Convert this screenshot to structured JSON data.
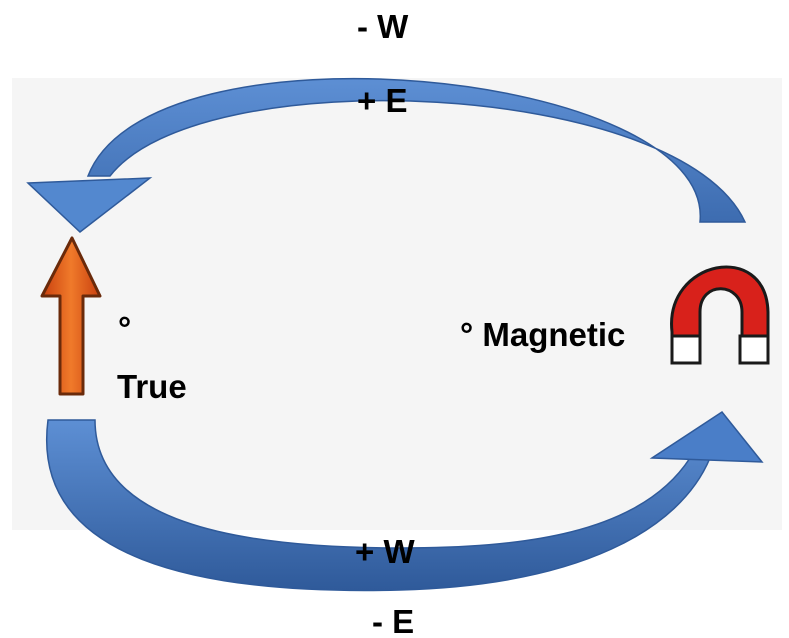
{
  "diagram": {
    "top_arrow": {
      "line1": "- W",
      "line2": "+ E"
    },
    "bottom_arrow": {
      "line1": "+ W",
      "line2": "- E"
    },
    "left_node": {
      "degree": "°",
      "label": "True",
      "icon": "true-north-arrow-icon"
    },
    "right_node": {
      "label": "° Magnetic",
      "icon": "horseshoe-magnet-icon"
    },
    "colors": {
      "arrow_fill": "#4f7fc4",
      "arrow_edge": "#2f5a9a",
      "north_arrow": "#e8641c",
      "magnet_red": "#d8211b",
      "magnet_tip": "#ffffff",
      "panel": "#f5f5f5"
    }
  }
}
